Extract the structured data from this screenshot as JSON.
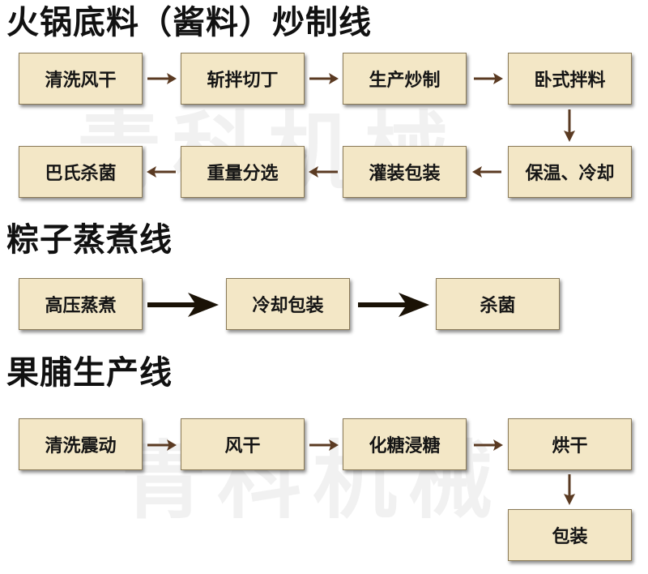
{
  "watermark": "青科机械",
  "section1": {
    "title": "火锅底料（酱料）炒制线",
    "steps": [
      "清洗风干",
      "斩拌切丁",
      "生产炒制",
      "卧式拌料",
      "保温、冷却",
      "灌装包装",
      "重量分选",
      "巴氏杀菌"
    ]
  },
  "section2": {
    "title": "粽子蒸煮线",
    "steps": [
      "高压蒸煮",
      "冷却包装",
      "杀菌"
    ]
  },
  "section3": {
    "title": "果脯生产线",
    "steps": [
      "清洗震动",
      "风干",
      "化糖浸糖",
      "烘干",
      "包装"
    ]
  },
  "colors": {
    "box_fill": "#f3e7c6",
    "box_border": "#8a7a57",
    "small_arrow": "#5a3a22",
    "big_arrow": "#1a1206"
  }
}
